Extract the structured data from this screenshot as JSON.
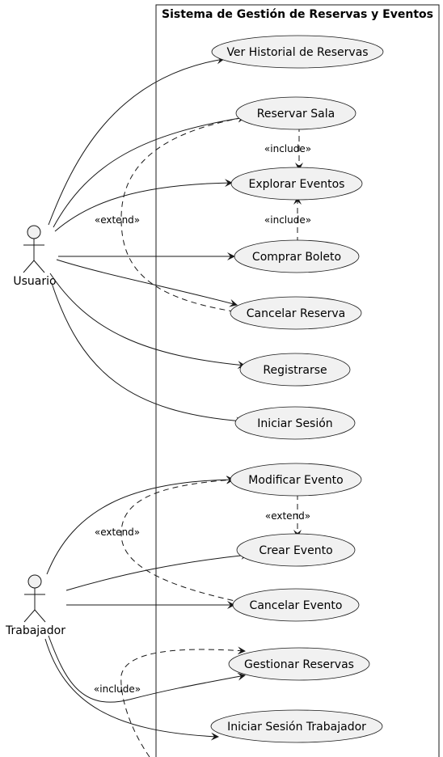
{
  "system": {
    "title": "Sistema de Gestión de Reservas y Eventos"
  },
  "actors": {
    "usuario": "Usuario",
    "trabajador": "Trabajador"
  },
  "use_cases": {
    "ver_historial": "Ver Historial de Reservas",
    "reservar_sala": "Reservar Sala",
    "explorar_eventos": "Explorar Eventos",
    "comprar_boleto": "Comprar Boleto",
    "cancelar_reserva": "Cancelar Reserva",
    "registrarse": "Registrarse",
    "iniciar_sesion": "Iniciar Sesión",
    "modificar_evento": "Modificar Evento",
    "crear_evento": "Crear Evento",
    "cancelar_evento": "Cancelar Evento",
    "gestionar_reservas": "Gestionar Reservas",
    "iniciar_sesion_trabajador": "Iniciar Sesión Trabajador"
  },
  "relationships": {
    "include": "«include»",
    "extend": "«extend»"
  },
  "colors": {
    "usecase_fill": "#f1f1f1",
    "stroke": "#181818",
    "background": "#ffffff"
  }
}
